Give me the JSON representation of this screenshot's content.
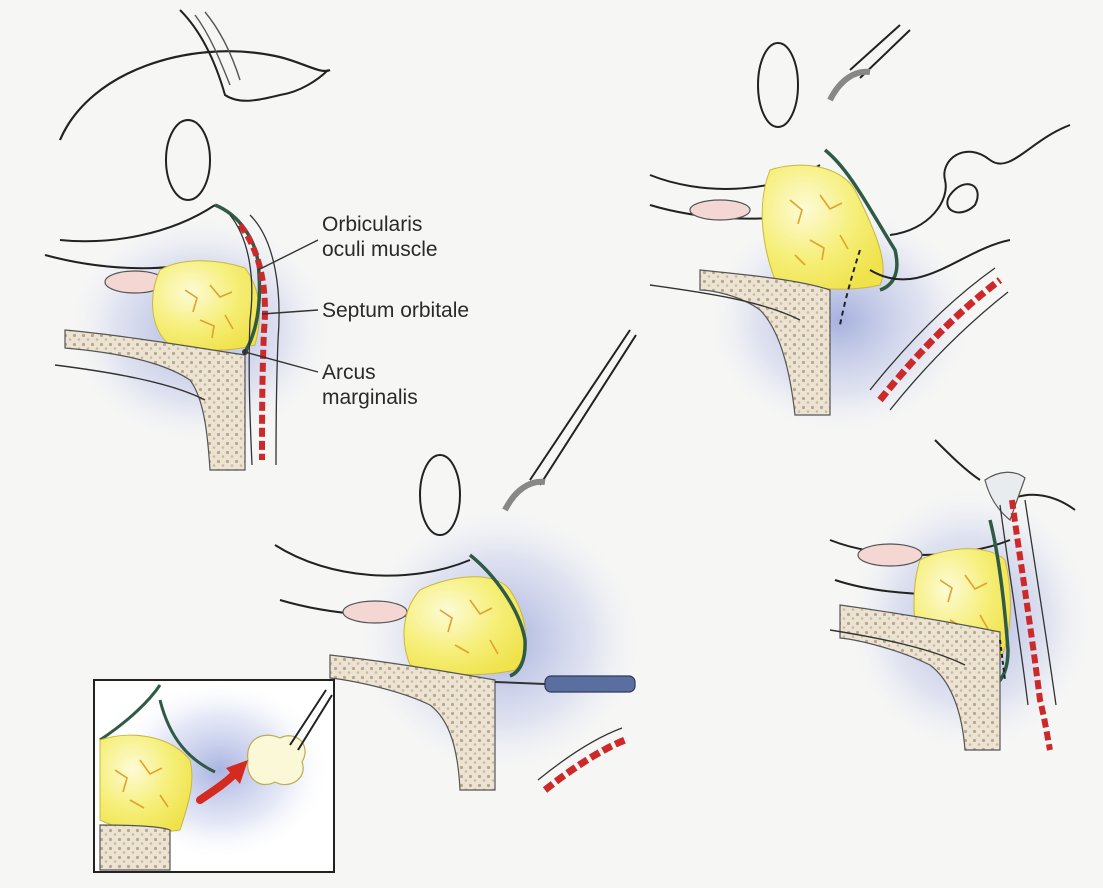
{
  "labels": {
    "orbicularis_line1": "Orbicularis",
    "orbicularis_line2": "oculi muscle",
    "septum": "Septum orbitale",
    "arcus_line1": "Arcus",
    "arcus_line2": "marginalis"
  },
  "colors": {
    "fat": "#f3ec5a",
    "fat_highlight": "#fdfbd6",
    "fat_vessels": "#e0a22a",
    "muscle": "#cc2a2a",
    "septum": "#2f5a44",
    "bone": "#ece3d2",
    "bone_speckle": "#b8a890",
    "skin_outline": "#222222",
    "shadow": "#8c9ad6",
    "instrument": "#5a6fa0",
    "arrow": "#d52a20"
  }
}
